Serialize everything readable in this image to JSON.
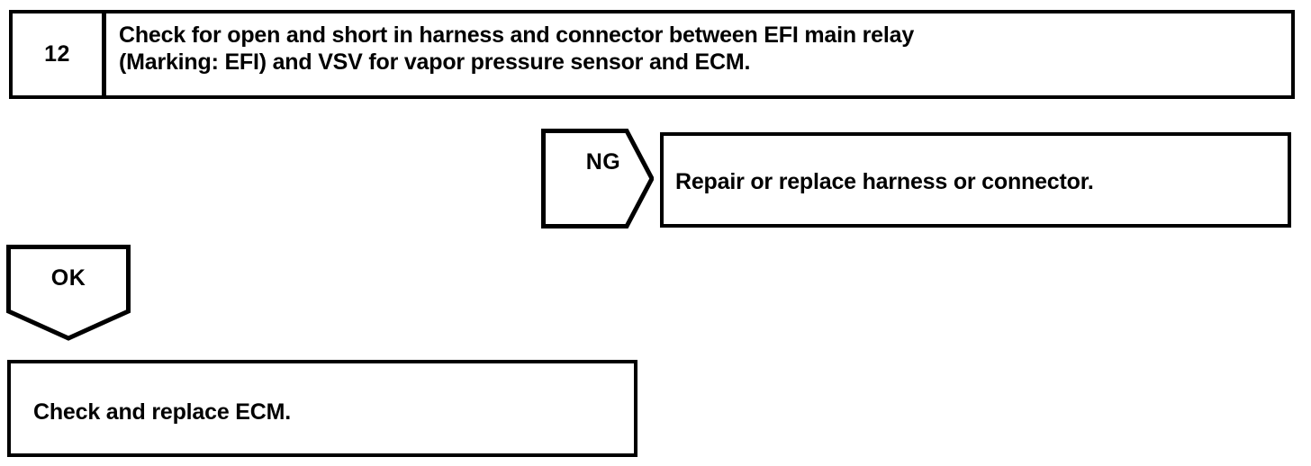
{
  "page": {
    "kind": "diagnostic-troubleshooting-flowchart",
    "background_color": "#ffffff",
    "line_color": "#000000"
  },
  "step": {
    "number": "12",
    "instruction": "Check for open and short in harness and connector between EFI main relay\n(Marking: EFI) and VSV for vapor pressure sensor and ECM."
  },
  "branches": {
    "ng": {
      "label": "NG",
      "arrow_direction": "right",
      "result": "Repair or replace harness or connector."
    },
    "ok": {
      "label": "OK",
      "arrow_direction": "down",
      "result": "Check and replace ECM."
    }
  }
}
